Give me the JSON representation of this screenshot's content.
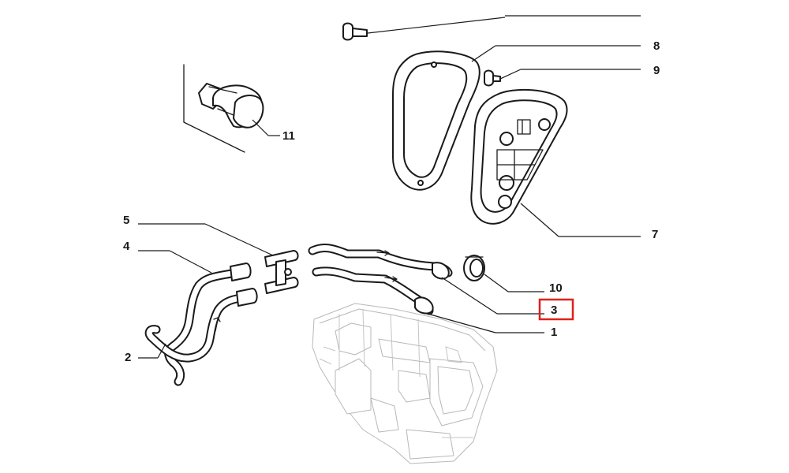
{
  "callouts": [
    {
      "id": "1",
      "label": "1"
    },
    {
      "id": "2",
      "label": "2"
    },
    {
      "id": "3",
      "label": "3",
      "highlighted": true
    },
    {
      "id": "4",
      "label": "4"
    },
    {
      "id": "5",
      "label": "5"
    },
    {
      "id": "7",
      "label": "7"
    },
    {
      "id": "8",
      "label": "8"
    },
    {
      "id": "9",
      "label": "9"
    },
    {
      "id": "10",
      "label": "10"
    },
    {
      "id": "11",
      "label": "11"
    }
  ],
  "colors": {
    "ink": "#1a1a1a",
    "ghost": "#b8b8b8",
    "highlight": "#e0201b",
    "background": "#ffffff"
  }
}
